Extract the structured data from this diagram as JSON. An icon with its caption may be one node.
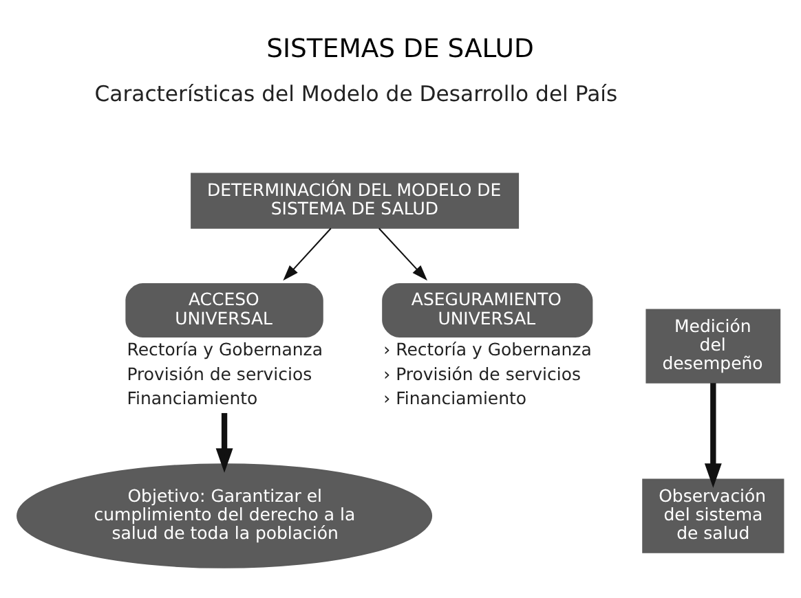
{
  "diagram": {
    "title": "SISTEMAS DE SALUD",
    "nodes": [
      {
        "text": [
          "DETERMINACIÓN DEL MODELO DE SISTEMA DE SALUD"
        ]
      },
      {
        "text": [
          "ACCESO UNIVERSAL"
        ],
        "beside": [
          "Rectoría y Gobernanza",
          "Provisión de servicios",
          "Financiamiento"
        ]
      },
      {
        "text": [
          "ASEGURAMIENTO UNIVERSAL"
        ],
        "beside": [
          "› Rectoría y Gobernanza",
          "› Provisión de servicios",
          "› Financiamiento"
        ]
      },
      {
        "text": [
          "Objetivo: Garantizar el cumplimiento del derecho a la salud de toda la población"
        ]
      },
      {
        "text": [
          "Medición del desempeño"
        ]
      },
      {
        "text": [
          "Observación del sistema de salud"
        ]
      }
    ],
    "edges": [
      {
        "from": 0,
        "to": 1,
        "arrow": "to"
      },
      {
        "from": 0,
        "to": 2,
        "arrow": "to"
      },
      {
        "from": 1,
        "to": 3,
        "arrow": "to",
        "style": "thick"
      },
      {
        "from": 4,
        "to": 5,
        "arrow": "to",
        "style": "thick"
      }
    ],
    "labels": [
      "Características del Modelo de Desarrollo del País"
    ]
  }
}
